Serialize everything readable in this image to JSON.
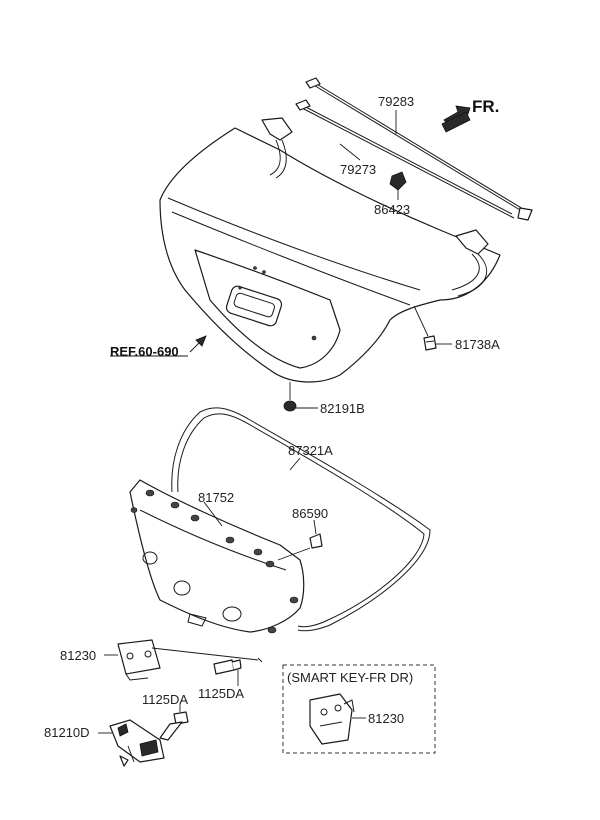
{
  "header": {
    "direction_label": "FR.",
    "arrow_icon": "front-direction-arrow-icon"
  },
  "callouts": {
    "p79283": "79283",
    "p79273": "79273",
    "p86423": "86423",
    "p81738a": "81738A",
    "ref": "REF.60-690",
    "p82191b": "82191B",
    "p87321a": "87321A",
    "p81752": "81752",
    "p86590": "86590",
    "p81230": "81230",
    "p1125da_a": "1125DA",
    "p1125da_b": "1125DA",
    "p81210d": "81210D"
  },
  "inset": {
    "title": "(SMART KEY-FR DR)",
    "part": "81230"
  }
}
